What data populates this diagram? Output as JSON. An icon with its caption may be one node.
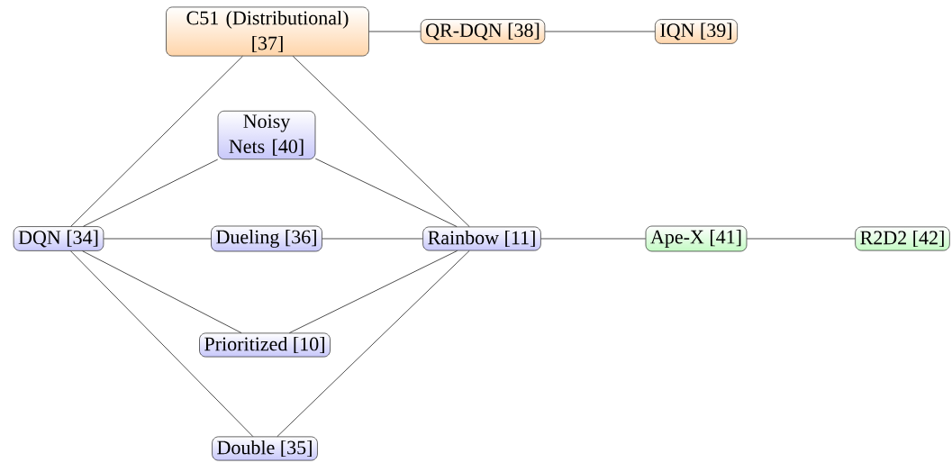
{
  "diagram": {
    "nodes": [
      {
        "text": [
          "C51 (Distributional) [37]"
        ]
      },
      {
        "text": [
          "QR-DQN [38]"
        ]
      },
      {
        "text": [
          "IQN [39]"
        ]
      },
      {
        "text": [
          "Noisy Nets [40]"
        ]
      },
      {
        "text": [
          "DQN [34]"
        ]
      },
      {
        "text": [
          "Dueling [36]"
        ]
      },
      {
        "text": [
          "Rainbow [11]"
        ]
      },
      {
        "text": [
          "Ape-X [41]"
        ]
      },
      {
        "text": [
          "R2D2 [42]"
        ]
      },
      {
        "text": [
          "Prioritized [10]"
        ]
      },
      {
        "text": [
          "Double [35]"
        ]
      }
    ],
    "edges": [
      {
        "from": 0,
        "to": 1,
        "arrow": "none"
      },
      {
        "from": 1,
        "to": 2,
        "arrow": "none"
      },
      {
        "from": 0,
        "to": 4,
        "arrow": "none"
      },
      {
        "from": 0,
        "to": 6,
        "arrow": "none"
      },
      {
        "from": 3,
        "to": 4,
        "arrow": "none"
      },
      {
        "from": 3,
        "to": 6,
        "arrow": "none"
      },
      {
        "from": 4,
        "to": 5,
        "arrow": "none"
      },
      {
        "from": 5,
        "to": 6,
        "arrow": "none"
      },
      {
        "from": 6,
        "to": 7,
        "arrow": "none"
      },
      {
        "from": 7,
        "to": 8,
        "arrow": "none"
      },
      {
        "from": 4,
        "to": 9,
        "arrow": "none"
      },
      {
        "from": 9,
        "to": 6,
        "arrow": "none"
      },
      {
        "from": 4,
        "to": 10,
        "arrow": "none"
      },
      {
        "from": 10,
        "to": 6,
        "arrow": "none"
      }
    ]
  }
}
